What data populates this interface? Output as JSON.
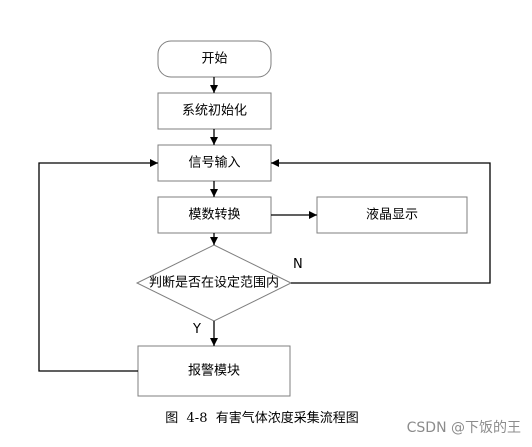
{
  "flowchart": {
    "start": "开始",
    "init": "系统初始化",
    "input": "信号输入",
    "convert": "模数转换",
    "display": "液晶显示",
    "decision": "判断是否在设定范围内",
    "alarm": "报警模块",
    "label_no": "N",
    "label_yes": "Y"
  },
  "caption": "图  4-8  有害气体浓度采集流程图",
  "watermark": "CSDN @下饭的王"
}
